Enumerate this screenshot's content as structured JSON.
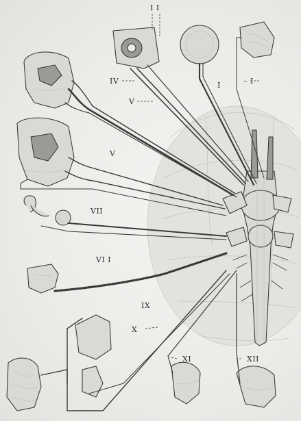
{
  "labels": {
    "optic_top": "I I",
    "olfactory_right": "I",
    "olfactory_right_dash": "– I",
    "trochlear": "IV",
    "trigeminal_upper": "V",
    "trigeminal_lower": "V",
    "facial": "VII",
    "vestibulocochlear": "VI I",
    "glossopharyngeal": "IX",
    "vagus": "X",
    "accessory": "XI",
    "hypoglossal": "XII"
  },
  "colors": {
    "ink": "#3a3a3a",
    "paper": "#ededeb",
    "brain_shadow": "#d6d6d3"
  }
}
